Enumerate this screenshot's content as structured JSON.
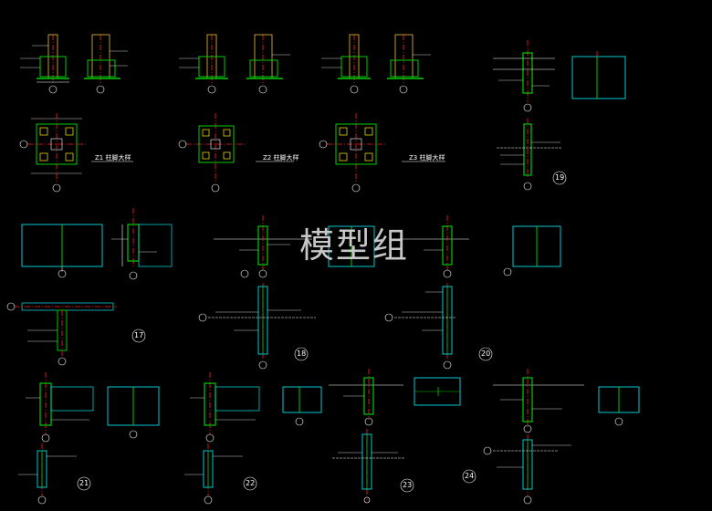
{
  "watermark": "模型组",
  "detail_titles": {
    "z1": "Z1 柱脚大样",
    "z2": "Z2 柱脚大样",
    "z3": "Z3 柱脚大样"
  },
  "detail_numbers": [
    "19",
    "17",
    "18",
    "20",
    "21",
    "22",
    "23",
    "24"
  ],
  "colors": {
    "background": "#000000",
    "column": "#00cc00",
    "plate": "#00c8d2",
    "axis": "#ff2020",
    "dimension": "#ffffff",
    "base_plate": "#f0c040",
    "bolt": "#ffee00"
  }
}
